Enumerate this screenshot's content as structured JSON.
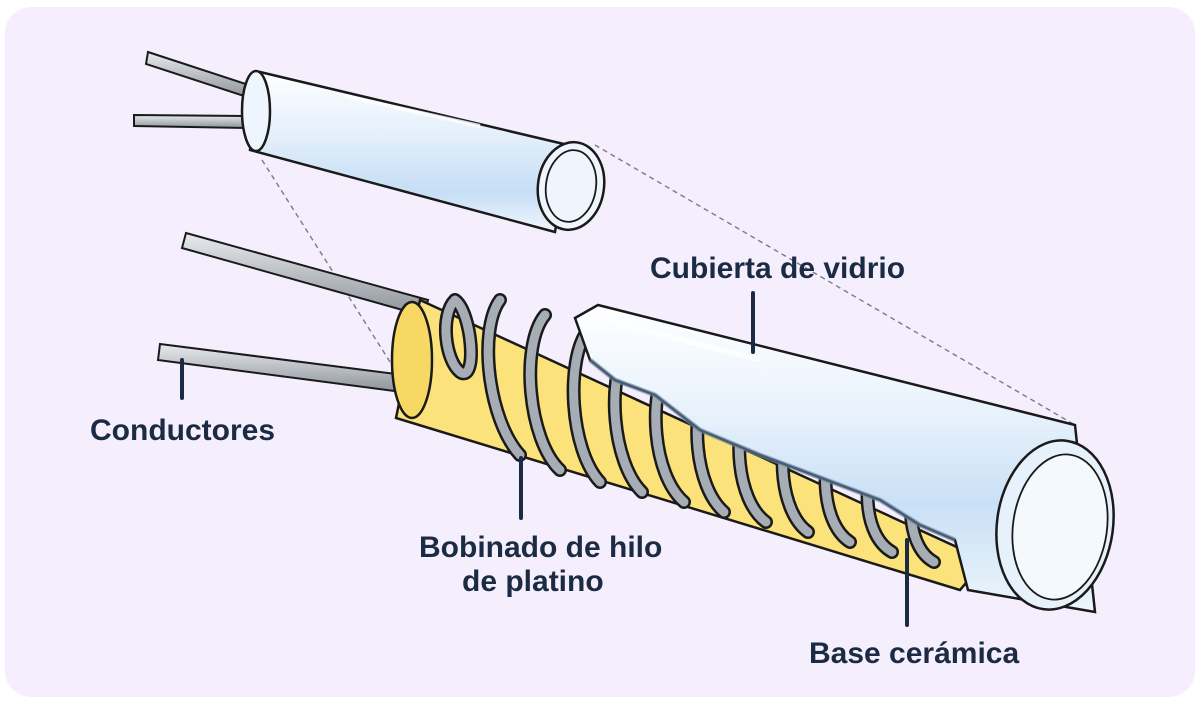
{
  "diagram": {
    "labels": {
      "glass_cover": "Cubierta de vidrio",
      "conductors": "Conductores",
      "platinum_winding_line1": "Bobinado de hilo",
      "platinum_winding_line2": "de platino",
      "ceramic_base": "Base cerámica"
    }
  },
  "colors": {
    "background": "#f5effd",
    "label_text": "#1b2b44",
    "glass": "#cfe4f8",
    "ceramic": "#fbe27a",
    "platinum_wire": "#9aa0a8",
    "outline": "#1a1a1a"
  }
}
